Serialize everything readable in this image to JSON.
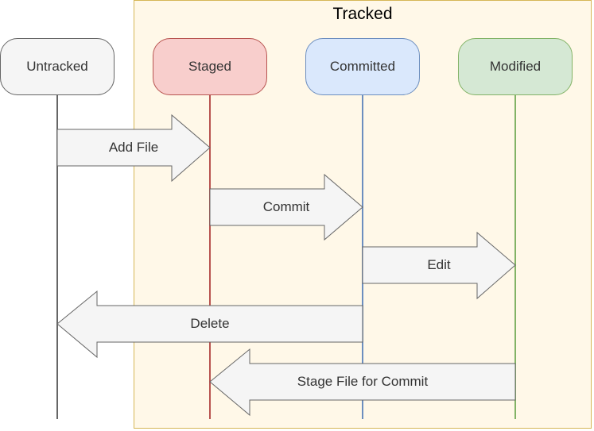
{
  "tracked": {
    "title": "Tracked"
  },
  "states": [
    {
      "label": "Untracked",
      "fill": "#f5f5f5",
      "stroke": "#666666",
      "line": "#666666"
    },
    {
      "label": "Staged",
      "fill": "#f8cecc",
      "stroke": "#b85450",
      "line": "#b85450"
    },
    {
      "label": "Committed",
      "fill": "#dae8fc",
      "stroke": "#6c8ebf",
      "line": "#6c8ebf"
    },
    {
      "label": "Modified",
      "fill": "#d5e8d4",
      "stroke": "#82b366",
      "line": "#82b366"
    }
  ],
  "transitions": [
    {
      "label": "Add File",
      "from": "Untracked",
      "to": "Staged"
    },
    {
      "label": "Commit",
      "from": "Staged",
      "to": "Committed"
    },
    {
      "label": "Edit",
      "from": "Committed",
      "to": "Modified"
    },
    {
      "label": "Delete",
      "from": "Committed",
      "to": "Untracked"
    },
    {
      "label": "Stage File for Commit",
      "from": "Modified",
      "to": "Staged"
    }
  ],
  "colors": {
    "tracked_fill": "#fff8e8",
    "tracked_border": "#d6b656",
    "arrow_fill": "#f5f5f5",
    "arrow_stroke": "#666666",
    "text": "#333333"
  }
}
